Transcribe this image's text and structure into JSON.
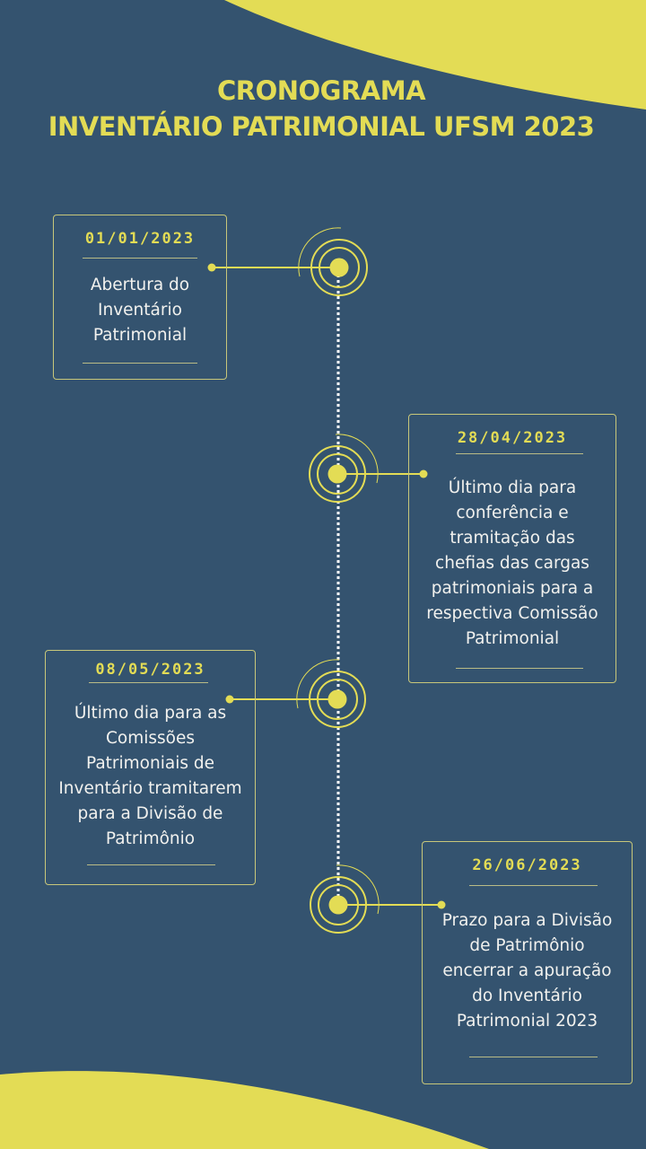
{
  "title": {
    "line1": "CRONOGRAMA",
    "line2": "INVENTÁRIO PATRIMONIAL  UFSM 2023"
  },
  "colors": {
    "background": "#34536f",
    "accent": "#e3dc55",
    "text": "#f1f1ee"
  },
  "events": [
    {
      "date": "01/01/2023",
      "text": "Abertura do Inventário Patrimonial",
      "lines": [
        "Abertura do",
        "Inventário",
        "Patrimonial"
      ]
    },
    {
      "date": "28/04/2023",
      "text": "Último dia para conferência e tramitação das chefias das cargas patrimoniais para a respectiva Comissão Patrimonial",
      "lines": [
        "Último dia para",
        "conferência e",
        "tramitação das",
        "chefias das cargas",
        "patrimoniais para a",
        "respectiva Comissão",
        "Patrimonial"
      ]
    },
    {
      "date": "08/05/2023",
      "text": "Último dia para as Comissões Patrimoniais de Inventário tramitarem para a Divisão de Patrimônio",
      "lines": [
        "Último dia para as",
        "Comissões",
        "Patrimoniais de",
        "Inventário tramitarem",
        "para a Divisão de",
        "Patrimônio"
      ]
    },
    {
      "date": "26/06/2023",
      "text": "Prazo para a Divisão de Patrimônio encerrar a apuração do Inventário Patrimonial 2023",
      "lines": [
        "Prazo para a Divisão",
        "de Patrimônio",
        "encerrar a apuração",
        "do Inventário",
        "Patrimonial 2023"
      ]
    }
  ]
}
